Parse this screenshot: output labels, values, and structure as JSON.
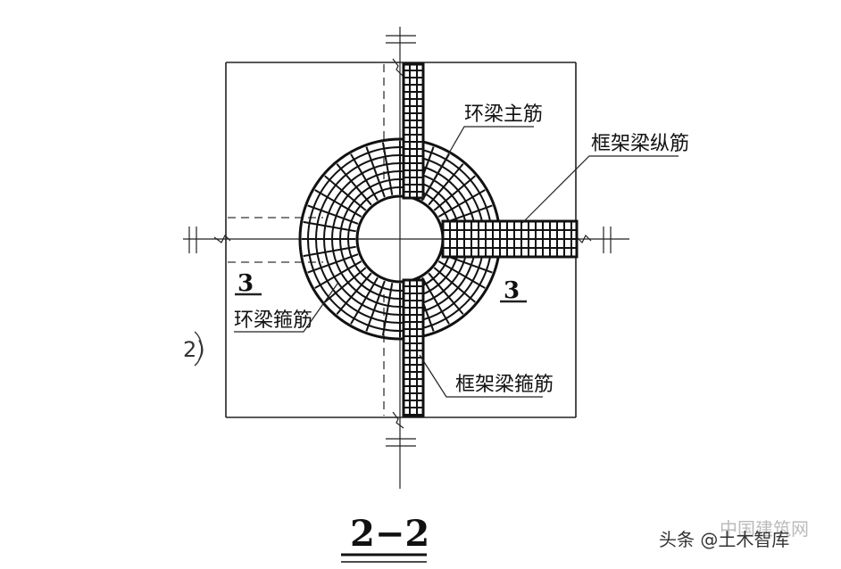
{
  "labels": {
    "ring_main_bar": "环梁主筋",
    "frame_long_bar": "框架梁纵筋",
    "ring_stirrup": "环梁箍筋",
    "frame_stirrup": "框架梁箍筋",
    "section_left": "3",
    "section_right": "3",
    "circle_mark": "2)",
    "section_title": "2−2"
  },
  "watermark": {
    "primary": "头条 @土木智库",
    "faint": "中国建筑网"
  }
}
